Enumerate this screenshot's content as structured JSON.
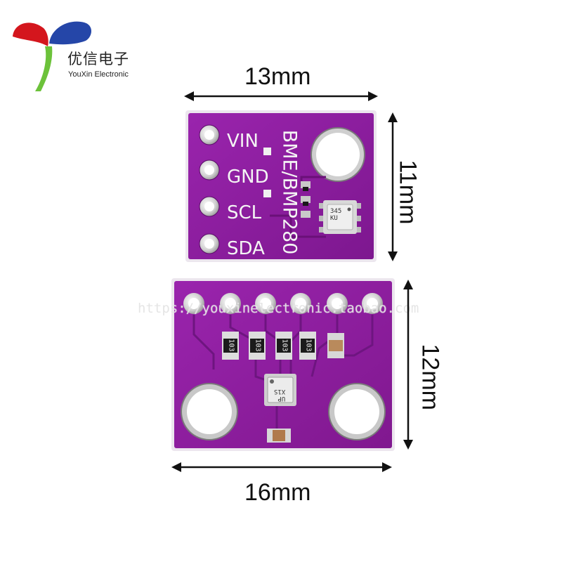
{
  "brand": {
    "name_cn": "优信电子",
    "name_en": "YouXin Electronic"
  },
  "top_board": {
    "pins": [
      "VIN",
      "GND",
      "SCL",
      "SDA"
    ],
    "silkscreen": "BME/BMP280",
    "sensor_marking": "345\nKU",
    "width_label": "13mm",
    "height_label": "11mm"
  },
  "bottom_board": {
    "resistor_marking": "103",
    "sensor_marking": "UP\nX1S",
    "width_label": "16mm",
    "height_label": "12mm"
  },
  "watermark": "https://youxinelectronic.taobao.com",
  "colors": {
    "pcb": "#8a1e9a",
    "pcb_dark": "#6e1580",
    "trace": "#7a1a8a",
    "silver": "#d9d9d9",
    "text": "#111111"
  }
}
